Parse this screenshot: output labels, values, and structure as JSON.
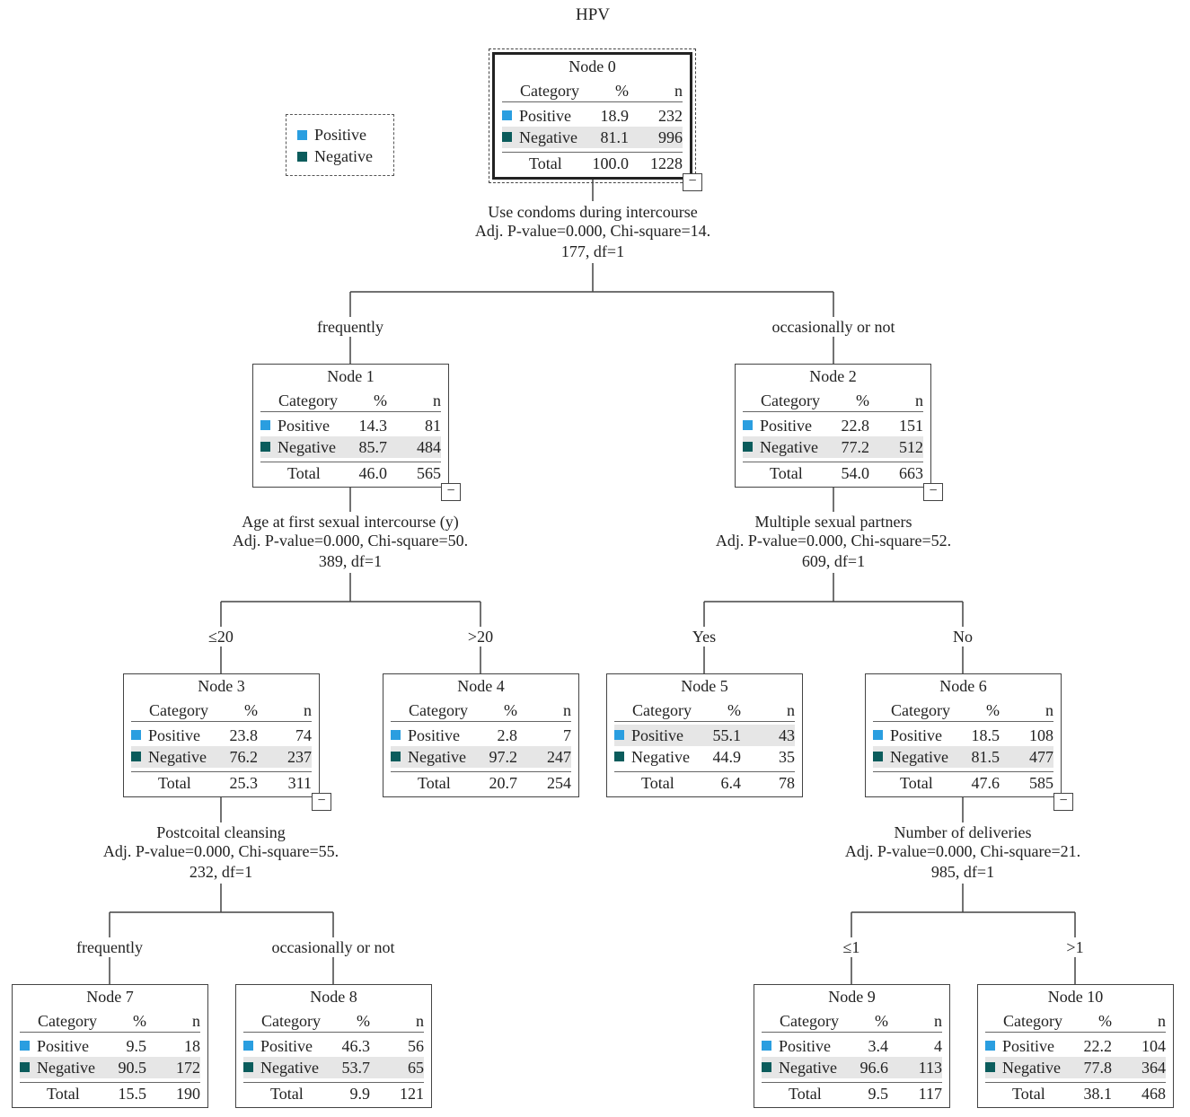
{
  "title": "HPV",
  "colors": {
    "positive": "#2a9ee0",
    "negative": "#0b5c5c"
  },
  "legend": [
    {
      "label": "Positive",
      "color": "#2a9ee0"
    },
    {
      "label": "Negative",
      "color": "#0b5c5c"
    }
  ],
  "header": {
    "category": "Category",
    "pct": "%",
    "n": "n",
    "total": "Total"
  },
  "nodes": {
    "n0": {
      "name": "Node 0",
      "pos": [
        "Positive",
        "18.9",
        "232"
      ],
      "neg": [
        "Negative",
        "81.1",
        "996"
      ],
      "total": [
        "100.0",
        "1228"
      ]
    },
    "n1": {
      "name": "Node 1",
      "pos": [
        "Positive",
        "14.3",
        "81"
      ],
      "neg": [
        "Negative",
        "85.7",
        "484"
      ],
      "total": [
        "46.0",
        "565"
      ]
    },
    "n2": {
      "name": "Node 2",
      "pos": [
        "Positive",
        "22.8",
        "151"
      ],
      "neg": [
        "Negative",
        "77.2",
        "512"
      ],
      "total": [
        "54.0",
        "663"
      ]
    },
    "n3": {
      "name": "Node 3",
      "pos": [
        "Positive",
        "23.8",
        "74"
      ],
      "neg": [
        "Negative",
        "76.2",
        "237"
      ],
      "total": [
        "25.3",
        "311"
      ]
    },
    "n4": {
      "name": "Node 4",
      "pos": [
        "Positive",
        "2.8",
        "7"
      ],
      "neg": [
        "Negative",
        "97.2",
        "247"
      ],
      "total": [
        "20.7",
        "254"
      ]
    },
    "n5": {
      "name": "Node 5",
      "pos": [
        "Positive",
        "55.1",
        "43"
      ],
      "neg": [
        "Negative",
        "44.9",
        "35"
      ],
      "total": [
        "6.4",
        "78"
      ]
    },
    "n6": {
      "name": "Node 6",
      "pos": [
        "Positive",
        "18.5",
        "108"
      ],
      "neg": [
        "Negative",
        "81.5",
        "477"
      ],
      "total": [
        "47.6",
        "585"
      ]
    },
    "n7": {
      "name": "Node 7",
      "pos": [
        "Positive",
        "9.5",
        "18"
      ],
      "neg": [
        "Negative",
        "90.5",
        "172"
      ],
      "total": [
        "15.5",
        "190"
      ]
    },
    "n8": {
      "name": "Node 8",
      "pos": [
        "Positive",
        "46.3",
        "56"
      ],
      "neg": [
        "Negative",
        "53.7",
        "65"
      ],
      "total": [
        "9.9",
        "121"
      ]
    },
    "n9": {
      "name": "Node 9",
      "pos": [
        "Positive",
        "3.4",
        "4"
      ],
      "neg": [
        "Negative",
        "96.6",
        "113"
      ],
      "total": [
        "9.5",
        "117"
      ]
    },
    "n10": {
      "name": "Node 10",
      "pos": [
        "Positive",
        "22.2",
        "104"
      ],
      "neg": [
        "Negative",
        "77.8",
        "364"
      ],
      "total": [
        "38.1",
        "468"
      ]
    }
  },
  "splits": {
    "s0": [
      "Use condoms during intercourse",
      "Adj. P-value=0.000, Chi-square=14.",
      "177, df=1"
    ],
    "s1": [
      "Age at first sexual intercourse (y)",
      "Adj. P-value=0.000, Chi-square=50.",
      "389, df=1"
    ],
    "s2": [
      "Multiple sexual partners",
      "Adj. P-value=0.000, Chi-square=52.",
      "609, df=1"
    ],
    "s3": [
      "Postcoital cleansing",
      "Adj. P-value=0.000, Chi-square=55.",
      "232, df=1"
    ],
    "s6": [
      "Number of deliveries",
      "Adj. P-value=0.000, Chi-square=21.",
      "985, df=1"
    ]
  },
  "branches": {
    "b1": "frequently",
    "b2": "occasionally or not",
    "b3": "≤20",
    "b4": ">20",
    "b5": "Yes",
    "b6": "No",
    "b7": "frequently",
    "b8": "occasionally or not",
    "b9": "≤1",
    "b10": ">1"
  }
}
